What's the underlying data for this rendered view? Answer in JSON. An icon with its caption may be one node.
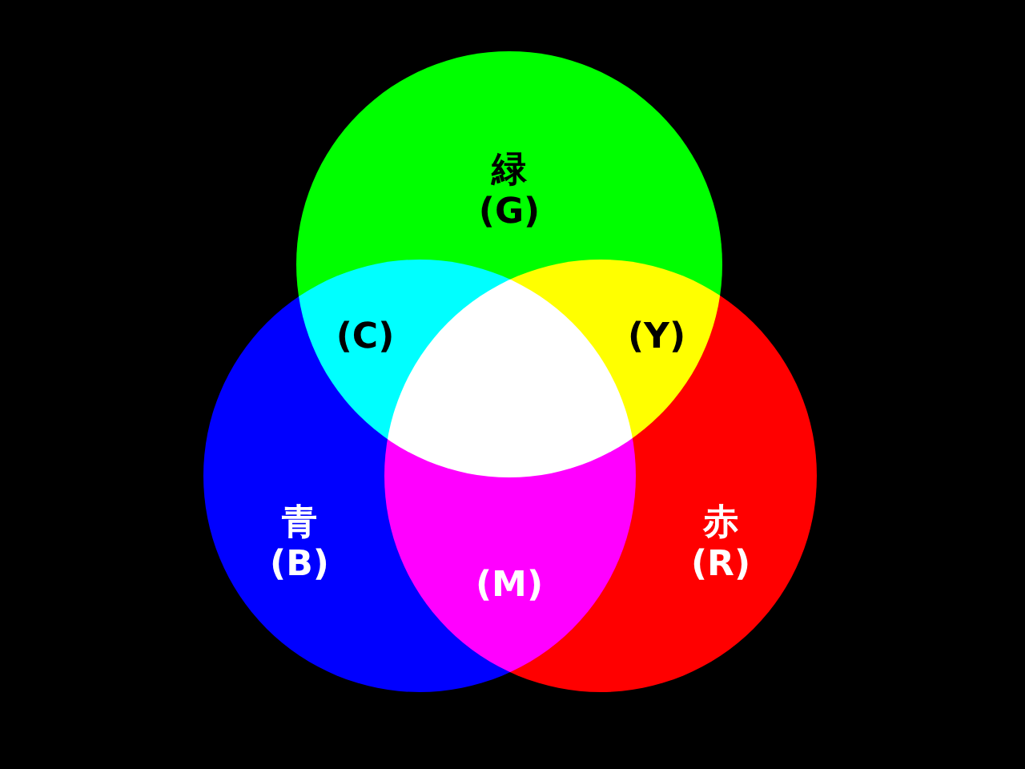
{
  "diagram": {
    "nodes": [
      {
        "text": [
          "緑(G)"
        ]
      },
      {
        "text": [
          "青(B)"
        ]
      },
      {
        "text": [
          "赤(R)"
        ]
      }
    ],
    "labels": [
      "(C)",
      "(Y)",
      "(M)"
    ]
  }
}
